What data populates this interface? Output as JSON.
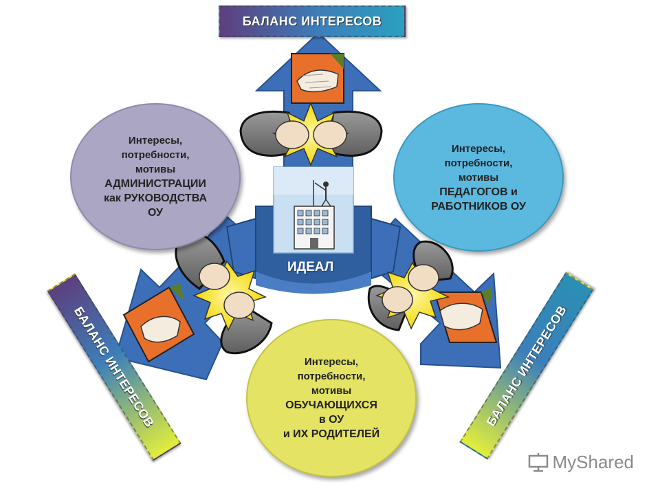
{
  "banners": {
    "top": "БАЛАНС ИНТЕРЕСОВ",
    "left": "БАЛАНС ИНТЕРЕСОВ",
    "right": "БАЛАНС ИНТЕРЕСОВ"
  },
  "center": {
    "label": "ИДЕАЛ"
  },
  "bubbles": {
    "administration": {
      "lines": [
        "Интересы,",
        "потребности,",
        "мотивы",
        "АДМИНИСТРАЦИИ",
        "как РУКОВОДСТВА",
        "ОУ"
      ],
      "color": "#aba6c3"
    },
    "teachers": {
      "lines": [
        "Интересы,",
        "потребности,",
        "мотивы",
        "ПЕДАГОГОВ и",
        "РАБОТНИКОВ ОУ"
      ],
      "color": "#5bb8de"
    },
    "students": {
      "lines": [
        "Интересы,",
        "потребности,",
        "мотивы",
        "ОБУЧАЮЩИХСЯ",
        "в ОУ",
        "и ИХ РОДИТЕЛЕЙ"
      ],
      "color": "#e4e363"
    }
  },
  "watermark": {
    "text": "MyShared"
  },
  "colors": {
    "arrow": "#3d6fb8",
    "arrow_dark": "#27518f",
    "ideal_panel": "#2f5f9f",
    "handshake_bg": "#e8702a",
    "handshake_corner": "#5a7d2a"
  }
}
